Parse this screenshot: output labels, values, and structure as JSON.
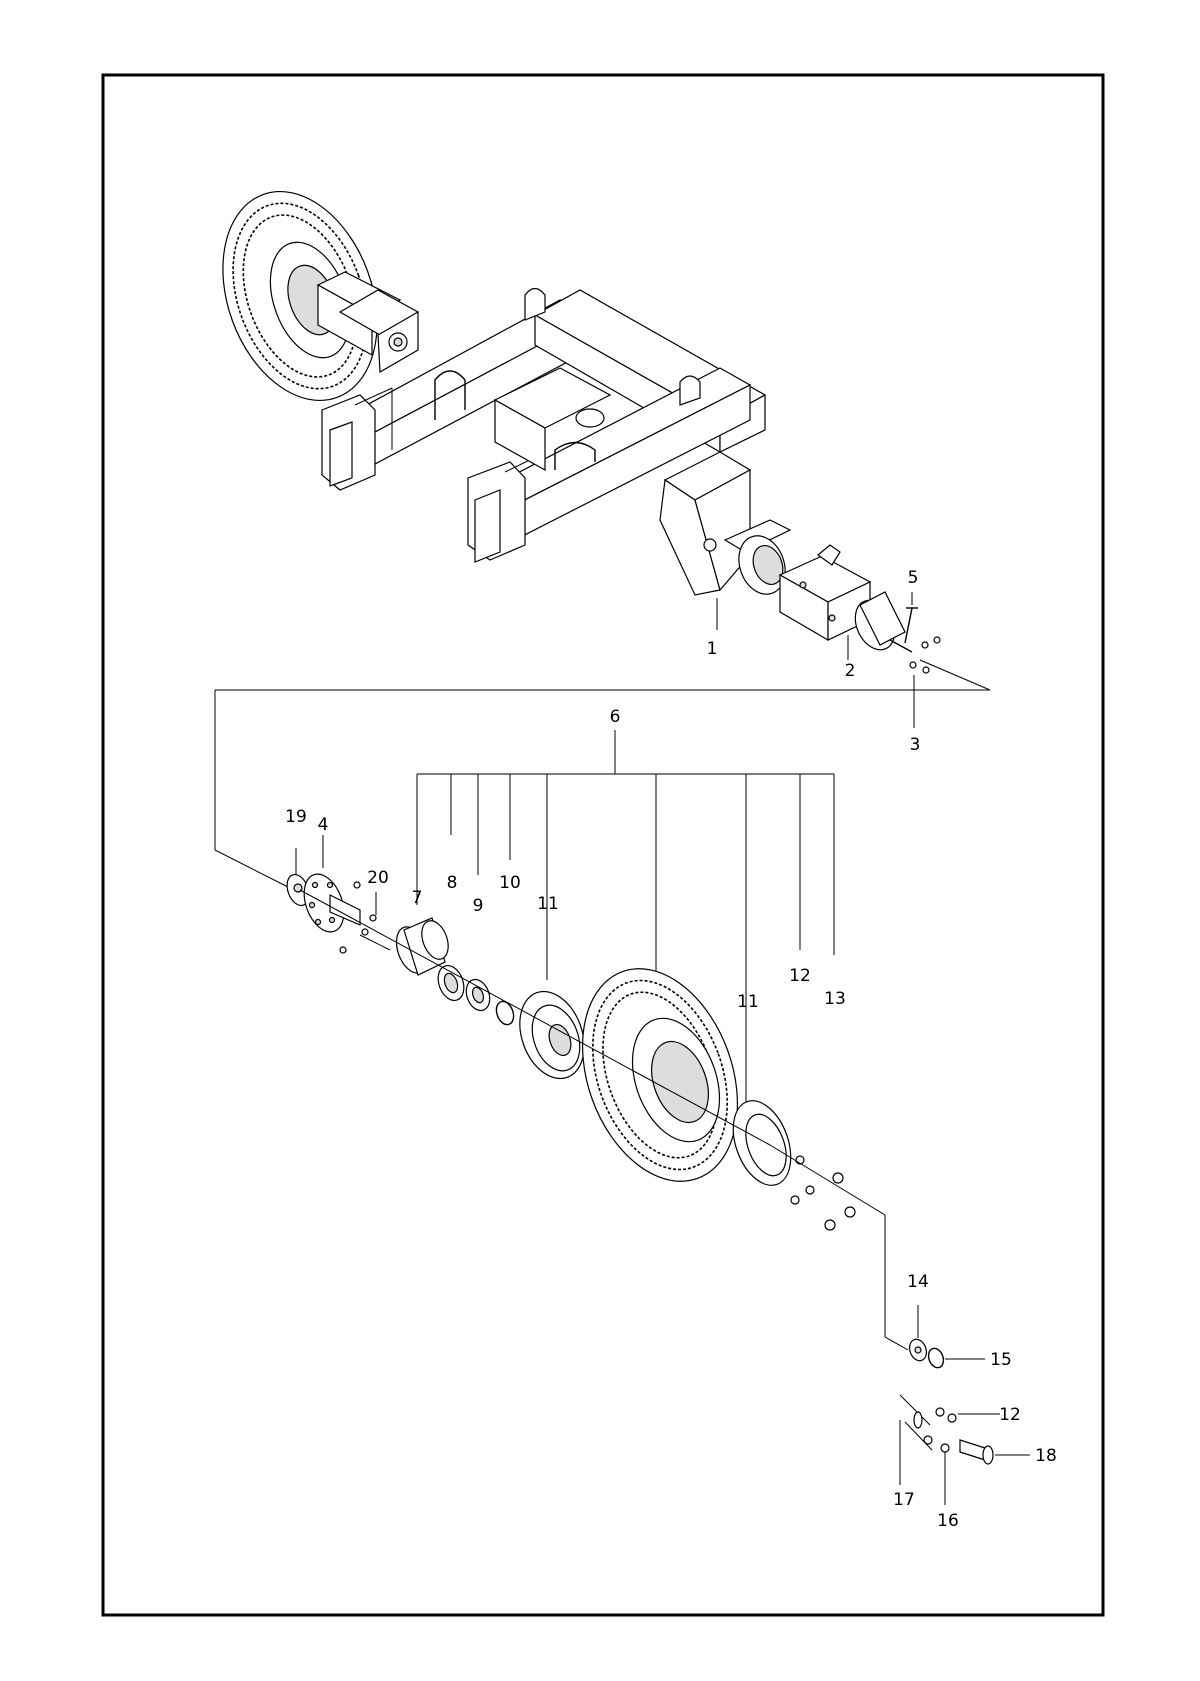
{
  "callouts": [
    {
      "id": "c1",
      "label": "1"
    },
    {
      "id": "c2",
      "label": "2"
    },
    {
      "id": "c3",
      "label": "3"
    },
    {
      "id": "c4",
      "label": "4"
    },
    {
      "id": "c5",
      "label": "5"
    },
    {
      "id": "c6",
      "label": "6"
    },
    {
      "id": "c7",
      "label": "7"
    },
    {
      "id": "c8",
      "label": "8"
    },
    {
      "id": "c9",
      "label": "9"
    },
    {
      "id": "c10",
      "label": "10"
    },
    {
      "id": "c11a",
      "label": "11"
    },
    {
      "id": "c11b",
      "label": "11"
    },
    {
      "id": "c12a",
      "label": "12"
    },
    {
      "id": "c12b",
      "label": "12"
    },
    {
      "id": "c13",
      "label": "13"
    },
    {
      "id": "c14",
      "label": "14"
    },
    {
      "id": "c15",
      "label": "15"
    },
    {
      "id": "c16",
      "label": "16"
    },
    {
      "id": "c17",
      "label": "17"
    },
    {
      "id": "c18",
      "label": "18"
    },
    {
      "id": "c19",
      "label": "19"
    },
    {
      "id": "c20",
      "label": "20"
    }
  ]
}
